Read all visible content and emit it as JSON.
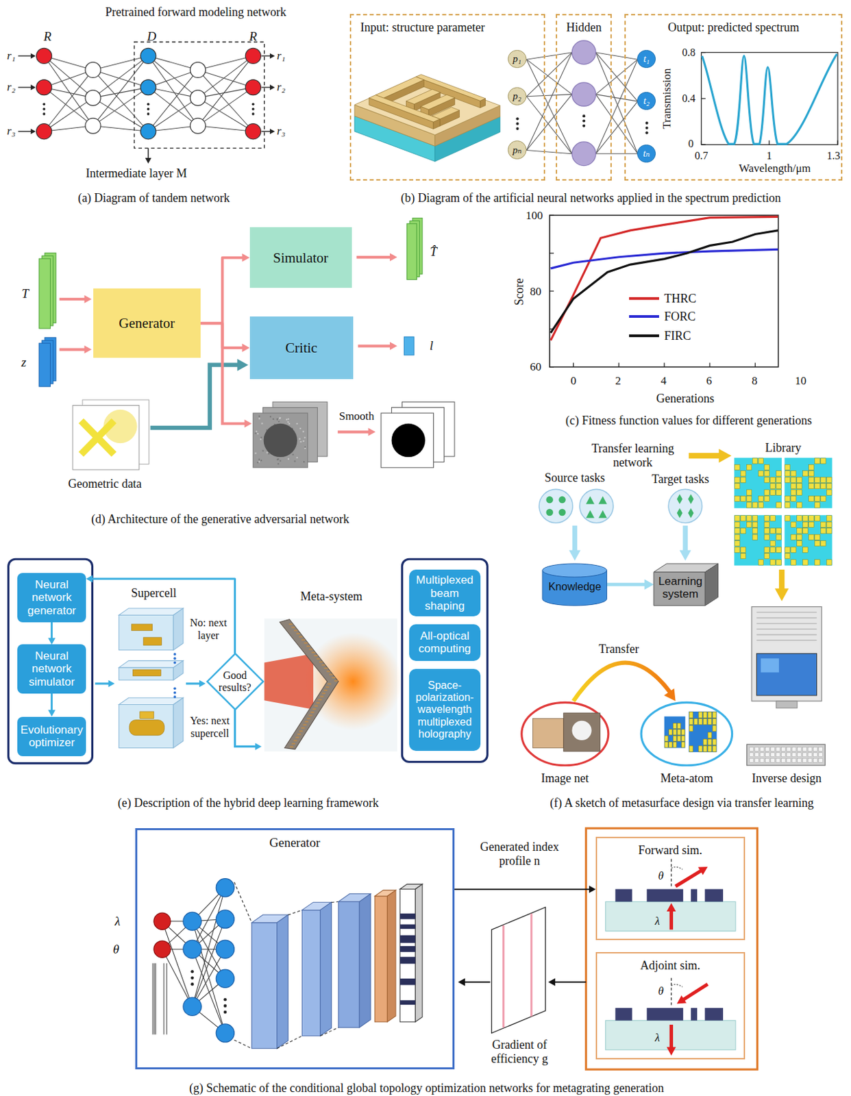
{
  "diagram": {
    "nodes": [
      {
        "text": [
          "Input: structure parameter"
        ]
      },
      {
        "text": [
          "p₁"
        ],
        "in": 0
      },
      {
        "text": [
          "p₂"
        ],
        "in": 0
      },
      {
        "text": [
          "pₙ"
        ],
        "in": 0
      },
      {
        "text": [
          "Hidden"
        ]
      },
      {
        "text": [
          "Output: predicted spectrum"
        ]
      },
      {
        "text": [
          "t₁"
        ],
        "in": 5
      },
      {
        "text": [
          "t₂"
        ],
        "in": 5
      },
      {
        "text": [
          "tₙ"
        ],
        "in": 5
      },
      {
        "text": [
          "Generator"
        ]
      },
      {
        "text": [
          "Simulator"
        ]
      },
      {
        "text": [
          "Critic"
        ]
      },
      {
        "text": [
          "Neural network generator"
        ]
      },
      {
        "text": [
          "Neural network simulator"
        ]
      },
      {
        "text": [
          "Evolutionary optimizer"
        ]
      },
      {
        "text": [
          "Good results?"
        ]
      },
      {
        "text": [
          "Multiplexed beam shaping"
        ]
      },
      {
        "text": [
          "All-optical computing"
        ]
      },
      {
        "text": [
          "Space-polarization-wavelength multiplexed holography"
        ]
      },
      {
        "text": [
          "Knowledge"
        ]
      },
      {
        "text": [
          "Learning system"
        ]
      },
      {
        "text": [
          "Generator"
        ]
      },
      {
        "text": [
          "Forward sim."
        ]
      },
      {
        "text": [
          "Adjoint sim."
        ]
      }
    ],
    "edges": [
      {
        "from": 9,
        "to": 10,
        "arrow": "to"
      },
      {
        "from": 9,
        "to": 11,
        "arrow": "to"
      },
      {
        "from": 12,
        "to": 13,
        "arrow": "to"
      },
      {
        "from": 13,
        "to": 14,
        "arrow": "to"
      },
      {
        "from": 15,
        "to": 12,
        "arrow": "to",
        "label": "No: next layer"
      },
      {
        "from": 19,
        "to": 20,
        "arrow": "to"
      },
      {
        "from": 21,
        "to": 22,
        "arrow": "to",
        "label": "Generated index profile n"
      }
    ],
    "labels": [
      "Pretrained forward modeling network",
      "R",
      "D",
      "R",
      "r₁",
      "r₂",
      "r₃",
      "r₁",
      "r₂",
      "r₃",
      "Intermediate layer M",
      "(a) Diagram of tandem network",
      "0.8",
      "0.4",
      "0",
      "0.7",
      "1",
      "1.3",
      "Transmission",
      "Wavelength/μm",
      "(b) Diagram of the artificial neural networks applied in the spectrum prediction",
      "100",
      "80",
      "60",
      "0",
      "2",
      "4",
      "6",
      "8",
      "10",
      "Score",
      "Generations",
      "(c) Fitness function values for different generations",
      "T",
      "z",
      "T̂",
      "l",
      "Smooth",
      "Geometric data",
      "(d) Architecture of the generative adversarial network",
      "Supercell",
      "Yes: next supercell",
      "Meta-system",
      "(e) Description of the hybrid deep learning framework",
      "Transfer learning network",
      "Library",
      "Source tasks",
      "Target tasks",
      "Transfer",
      "Image net",
      "Meta-atom",
      "Inverse design",
      "(f) A sketch of metasurface design via transfer learning",
      "λ",
      "θ",
      "θ",
      "λ",
      "θ",
      "λ",
      "Gradient of efficiency g",
      "(g) Schematic of the conditional global topology optimization networks for metagrating generation"
    ],
    "legend": [
      {
        "text": "THRC"
      },
      {
        "text": "FORC"
      },
      {
        "text": "FIRC"
      }
    ]
  }
}
